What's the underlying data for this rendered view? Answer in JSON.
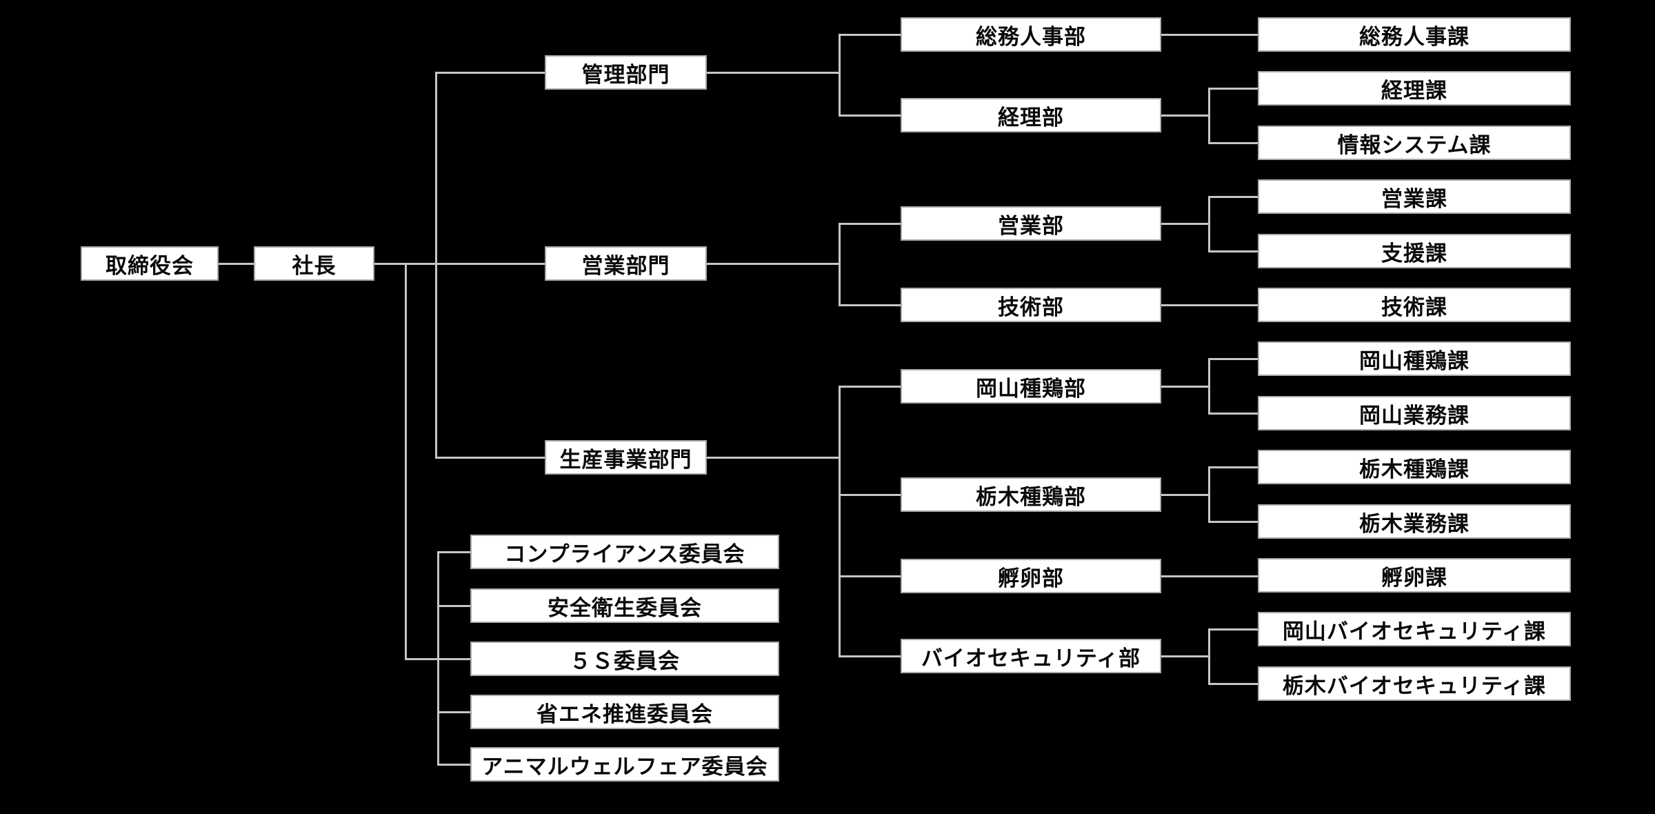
{
  "colors": {
    "background": "#000000",
    "box_fill": "#ffffff",
    "box_border": "#a9a9a9",
    "connector": "#c6c6c6",
    "text": "#0a0a0a"
  },
  "org_chart": {
    "board": "取締役会",
    "president": "社長",
    "divisions": [
      {
        "label": "管理部門",
        "departments": [
          {
            "label": "総務人事部",
            "sections": [
              "総務人事課"
            ]
          },
          {
            "label": "経理部",
            "sections": [
              "経理課",
              "情報システム課"
            ]
          }
        ]
      },
      {
        "label": "営業部門",
        "departments": [
          {
            "label": "営業部",
            "sections": [
              "営業課",
              "支援課"
            ]
          },
          {
            "label": "技術部",
            "sections": [
              "技術課"
            ]
          }
        ]
      },
      {
        "label": "生産事業部門",
        "departments": [
          {
            "label": "岡山種鶏部",
            "sections": [
              "岡山種鶏課",
              "岡山業務課"
            ]
          },
          {
            "label": "栃木種鶏部",
            "sections": [
              "栃木種鶏課",
              "栃木業務課"
            ]
          },
          {
            "label": "孵卵部",
            "sections": [
              "孵卵課"
            ]
          },
          {
            "label": "バイオセキュリティ部",
            "sections": [
              "岡山バイオセキュリティ課",
              "栃木バイオセキュリティ課"
            ]
          }
        ]
      }
    ],
    "committees": [
      "コンプライアンス委員会",
      "安全衛生委員会",
      "５Ｓ委員会",
      "省エネ推進委員会",
      "アニマルウェルフェア委員会"
    ]
  }
}
